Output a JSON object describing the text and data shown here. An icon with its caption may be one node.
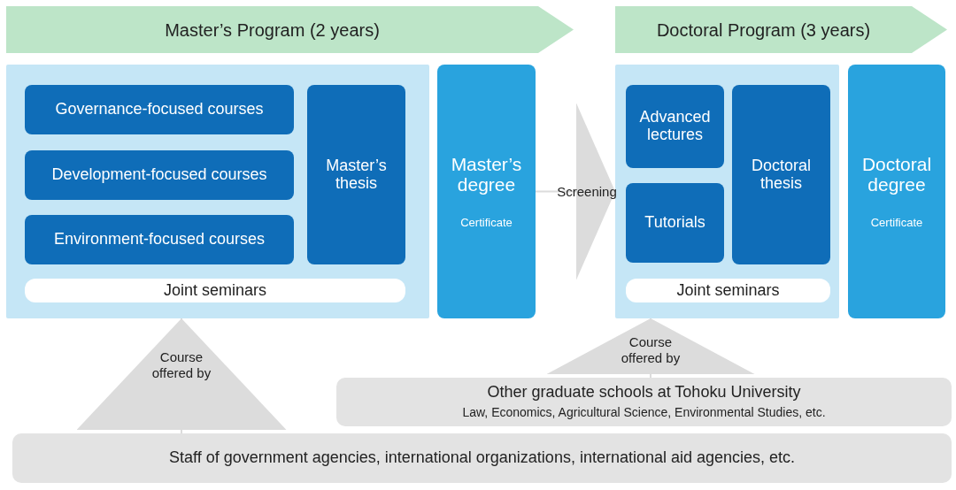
{
  "diagram": {
    "nodes": [
      {
        "text": [
          "Master’s Program (2 years)"
        ]
      },
      {
        "text": [
          "Doctoral Program (3 years)"
        ]
      },
      {
        "text": [],
        "shape": "box"
      },
      {
        "text": [
          "Governance-focused courses"
        ],
        "in": 2
      },
      {
        "text": [
          "Development-focused courses"
        ],
        "in": 2
      },
      {
        "text": [
          "Environment-focused courses"
        ],
        "in": 2
      },
      {
        "text": [
          "Master’s thesis"
        ],
        "in": 2
      },
      {
        "text": [
          "Joint seminars"
        ],
        "in": 2
      },
      {
        "text": [
          "Master’s degree",
          "Certificate"
        ]
      },
      {
        "text": [],
        "shape": "box"
      },
      {
        "text": [
          "Advanced lectures"
        ],
        "in": 9
      },
      {
        "text": [
          "Tutorials"
        ],
        "in": 9
      },
      {
        "text": [
          "Doctoral thesis"
        ],
        "in": 9
      },
      {
        "text": [
          "Joint seminars"
        ],
        "in": 9
      },
      {
        "text": [
          "Doctoral degree",
          "Certificate"
        ]
      },
      {
        "text": [
          "Other graduate schools at Tohoku University",
          "Law, Economics, Agricultural Science, Environmental Studies, etc."
        ]
      },
      {
        "text": [
          "Staff of government agencies, international organizations, international aid agencies, etc."
        ]
      }
    ],
    "edges": [
      {
        "from": 8,
        "to": 9,
        "arrow": "to",
        "label": "Screening"
      },
      {
        "from": 16,
        "to": 2,
        "arrow": "to",
        "label": "Course offered by"
      },
      {
        "from": 15,
        "to": 9,
        "arrow": "to",
        "label": "Course offered by"
      }
    ]
  }
}
